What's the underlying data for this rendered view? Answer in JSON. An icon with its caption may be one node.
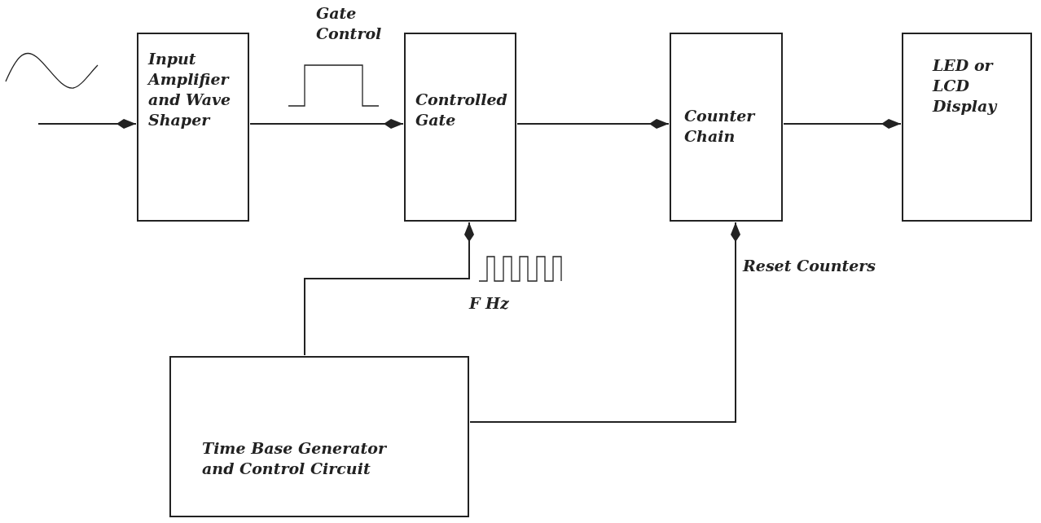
{
  "diagram": {
    "nodes": [
      {
        "text": [
          "Input Amplifier and Wave Shaper"
        ]
      },
      {
        "text": [
          "Controlled Gate"
        ]
      },
      {
        "text": [
          "Counter Chain"
        ]
      },
      {
        "text": [
          "LED or LCD Display"
        ]
      },
      {
        "text": [
          "Time Base Generator and Control Circuit"
        ]
      }
    ],
    "edges": [
      {
        "from": null,
        "to": 0,
        "arrow": "to"
      },
      {
        "from": 0,
        "to": 1,
        "arrow": "to"
      },
      {
        "from": 1,
        "to": 2,
        "arrow": "to"
      },
      {
        "from": 2,
        "to": 3,
        "arrow": "to"
      },
      {
        "from": 4,
        "to": 1,
        "arrow": "to"
      },
      {
        "from": 4,
        "to": 2,
        "arrow": "to"
      }
    ],
    "labels": [
      "Gate Control",
      "F Hz",
      "Reset Counters"
    ]
  }
}
